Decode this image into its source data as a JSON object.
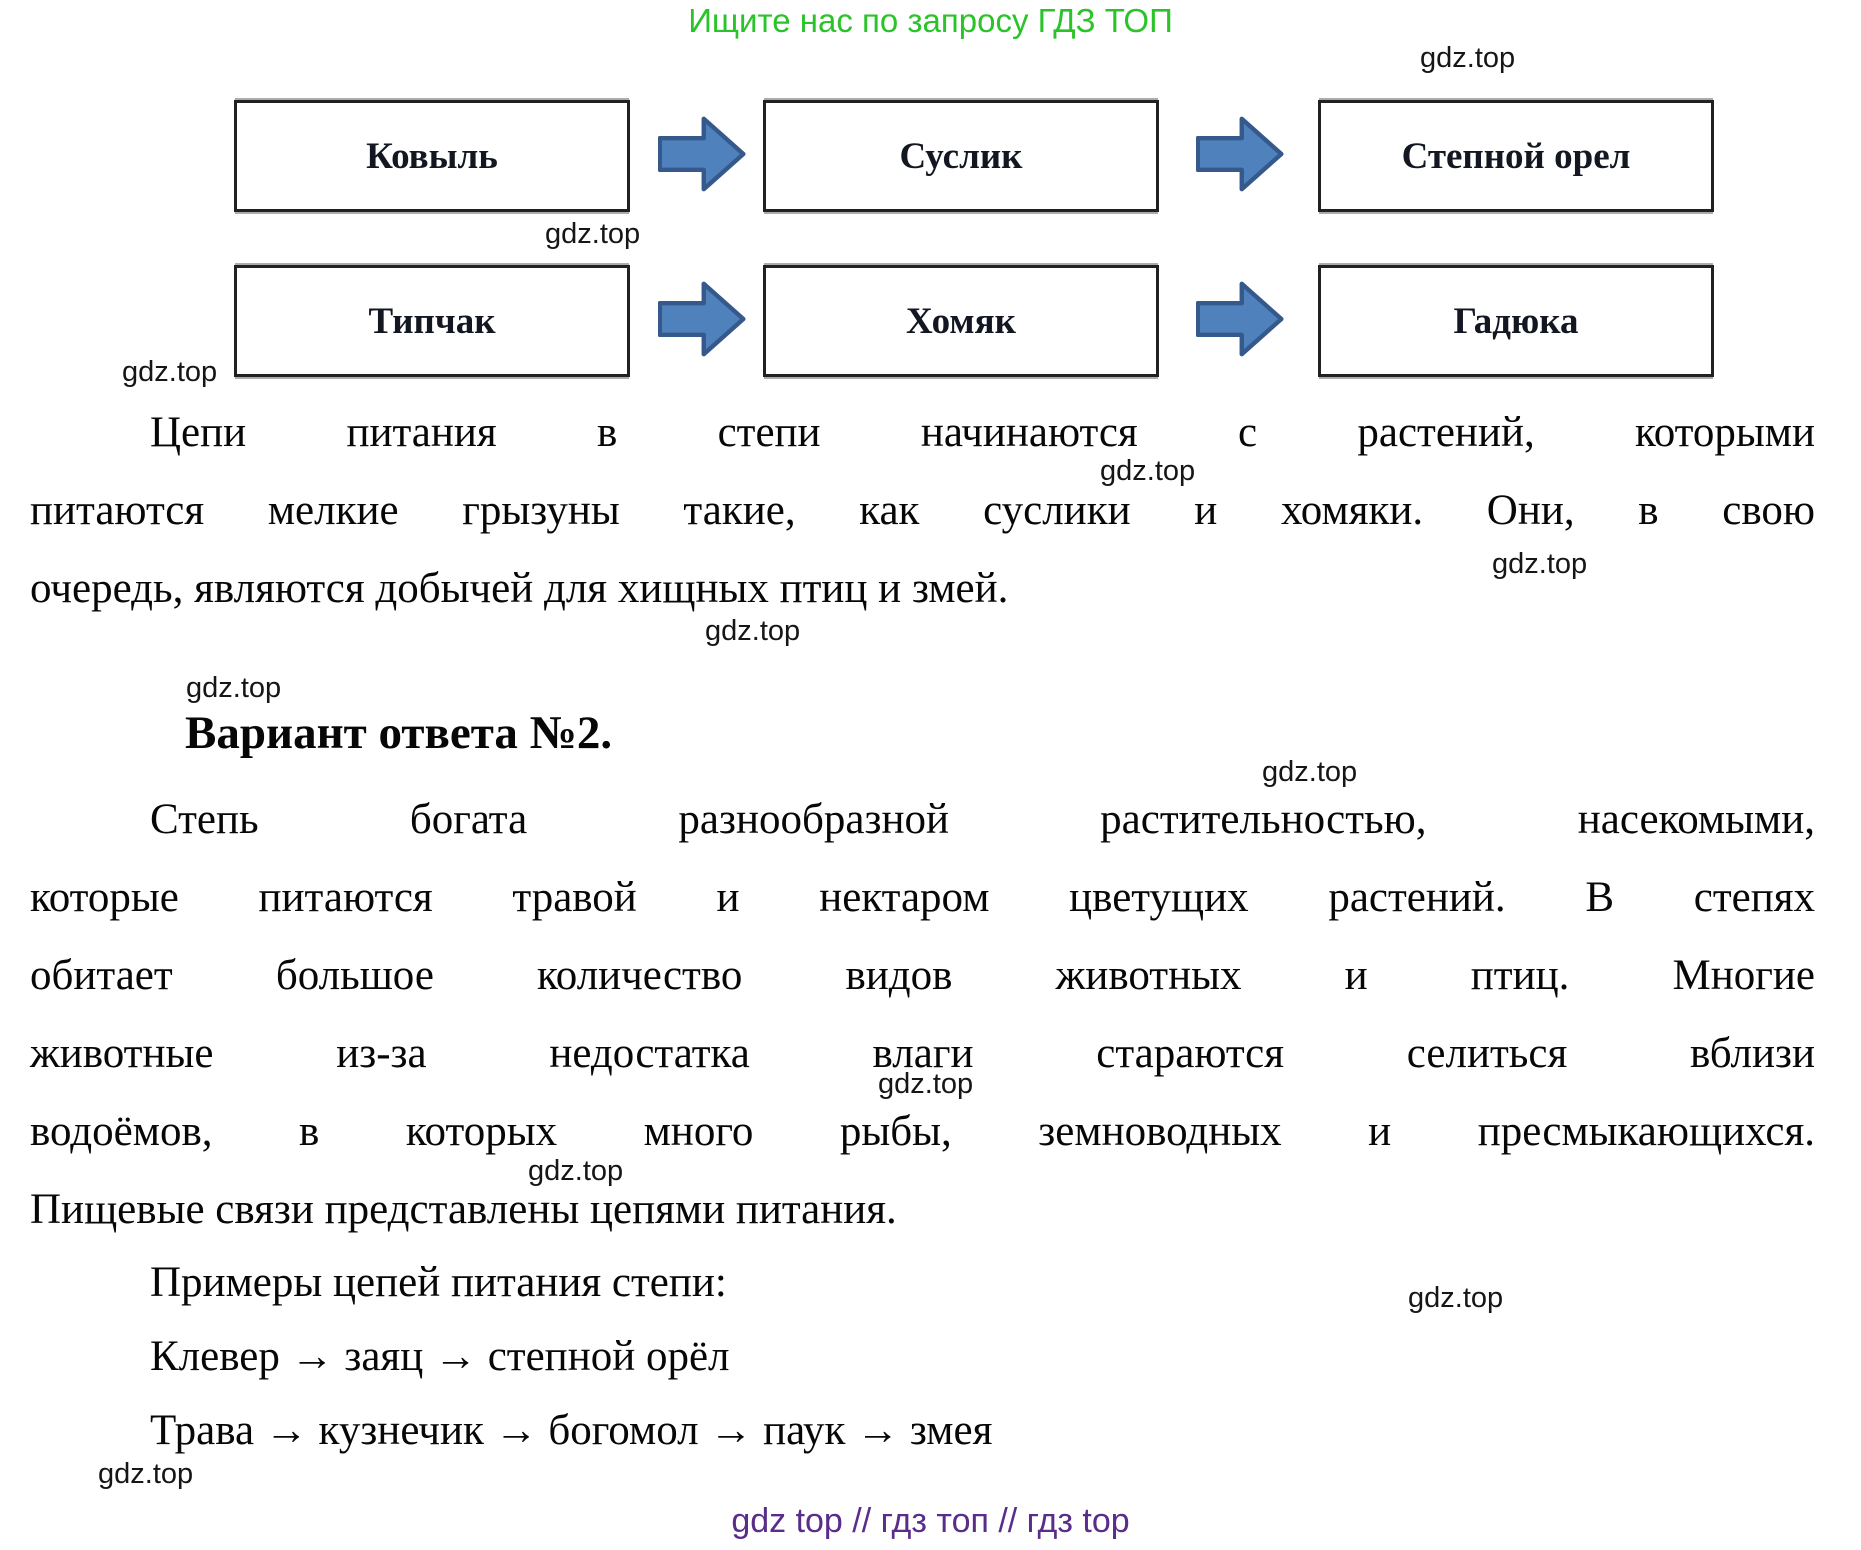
{
  "header": {
    "promo": "Ищите нас по запросу ГДЗ ТОП"
  },
  "watermark": {
    "text": "gdz.top"
  },
  "diagram": {
    "chains": [
      {
        "nodes": [
          "Ковыль",
          "Суслик",
          "Степной орел"
        ]
      },
      {
        "nodes": [
          "Типчак",
          "Хомяк",
          "Гадюка"
        ]
      }
    ]
  },
  "paragraph1": {
    "lines": [
      "Цепи питания в степи начинаются с растений, которыми",
      "питаются мелкие грызуны такие, как суслики и хомяки. Они, в свою",
      "очередь, являются добычей для хищных птиц и змей."
    ]
  },
  "heading": "Вариант ответа №2.",
  "paragraph2": {
    "lines": [
      "Степь богата разнообразной растительностью, насекомыми,",
      "которые питаются травой и нектаром цветущих растений. В степях",
      "обитает большое количество видов животных и птиц. Многие",
      "животные из-за недостатка влаги стараются селиться вблизи",
      "водоёмов, в которых много рыбы, земноводных и пресмыкающихся.",
      "Пищевые связи представлены цепями питания."
    ]
  },
  "examples": {
    "intro": "Примеры цепей питания степи:",
    "chain1": "Клевер → заяц → степной орёл",
    "chain2": "Трава → кузнечик → богомол → паук → змея"
  },
  "footer": {
    "text": "gdz top // гдз топ // гдз top"
  },
  "colors": {
    "promo_green": "#2bc32a",
    "footer_purple": "#5a2d8a",
    "arrow_blue": "#4f81bd",
    "arrow_border": "#36598c",
    "box_border": "#212121"
  }
}
